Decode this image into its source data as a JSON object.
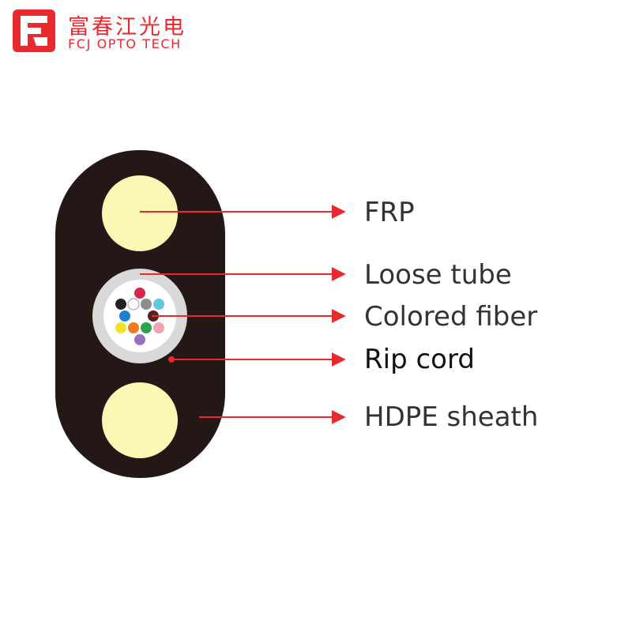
{
  "brand": {
    "name_cn": "富春江光电",
    "name_en": "FCJ OPTO TECH",
    "logo_color": "#e8292d"
  },
  "diagram": {
    "sheath_color": "#231815",
    "frp_color": "#fbf7b4",
    "tube_color": "#d9d9d9",
    "pointer_color": "#e8292d",
    "fiber_colors": [
      "#d6264a",
      "#222222",
      "#ffffff",
      "#8c8c8c",
      "#63c7e0",
      "#1f7fd6",
      "#5a1e1e",
      "#f4e22a",
      "#f07a1c",
      "#2ca24a",
      "#f3a1b4",
      "#9c6fc0"
    ],
    "labels": [
      {
        "id": "frp",
        "text": "FRP"
      },
      {
        "id": "loose-tube",
        "text": "Loose tube"
      },
      {
        "id": "colored-fiber",
        "text": "Colored fiber"
      },
      {
        "id": "rip-cord",
        "text": "Rip cord"
      },
      {
        "id": "hdpe-sheath",
        "text": "HDPE sheath"
      }
    ]
  }
}
